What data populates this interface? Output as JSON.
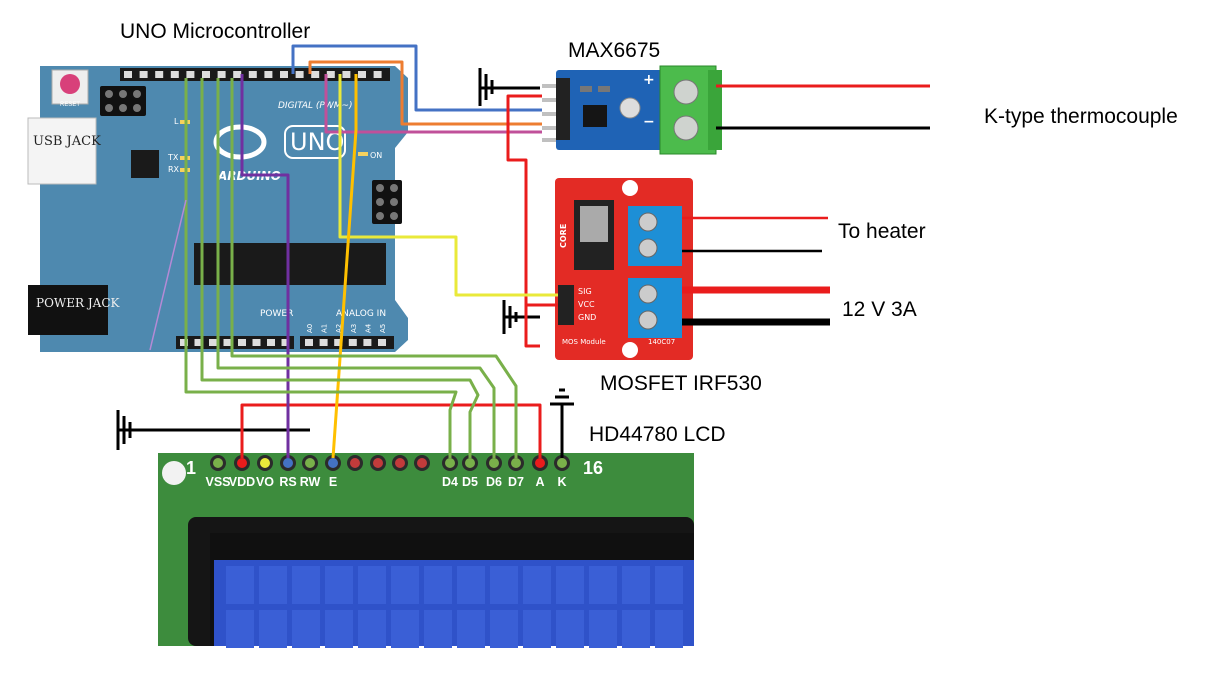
{
  "labels": {
    "uno": "UNO Microcontroller",
    "max6675": "MAX6675",
    "thermocouple": "K-type thermocouple",
    "heater": "To heater",
    "supply": "12 V 3A",
    "mosfet": "MOSFET IRF530",
    "lcd": "HD44780 LCD"
  },
  "arduino": {
    "usb_jack": "USB JACK",
    "power_jack": "POWER JACK",
    "digital": "DIGITAL (PWM~)",
    "uno_logo": "UNO",
    "brand": "ARDUINO",
    "power": "POWER",
    "analog": "ANALOG IN",
    "on": "ON",
    "tx": "TX",
    "rx": "RX",
    "l": "L",
    "reset": "RESET",
    "analog_pins": [
      "A0",
      "A1",
      "A2",
      "A3",
      "A4",
      "A5"
    ]
  },
  "mosfet_module": {
    "pins": [
      "SIG",
      "VCC",
      "GND"
    ],
    "brand": "CORE",
    "module_text": "MOS Module",
    "code": "140C07"
  },
  "max_module": {
    "plus": "+",
    "minus": "−"
  },
  "lcd": {
    "pin_first": "1",
    "pin_last": "16",
    "pin_labels": [
      "VSS",
      "VDD",
      "VO",
      "RS",
      "RW",
      "E",
      "D4",
      "D5",
      "D6",
      "D7",
      "A",
      "K"
    ]
  },
  "colors": {
    "board_blue": "#3f7fa8",
    "module_red": "#e32b25",
    "pcb_green": "#3d8c3d",
    "lcd_blue": "#2f52c9",
    "wire_red": "#ea1c1c",
    "wire_green": "#79b04a",
    "wire_purple": "#7030a0",
    "wire_yellow": "#e9e93a",
    "wire_orange": "#ed7d31",
    "wire_blue": "#4472c4",
    "wire_pink": "#c0509a",
    "wire_gold": "#ffc000"
  }
}
